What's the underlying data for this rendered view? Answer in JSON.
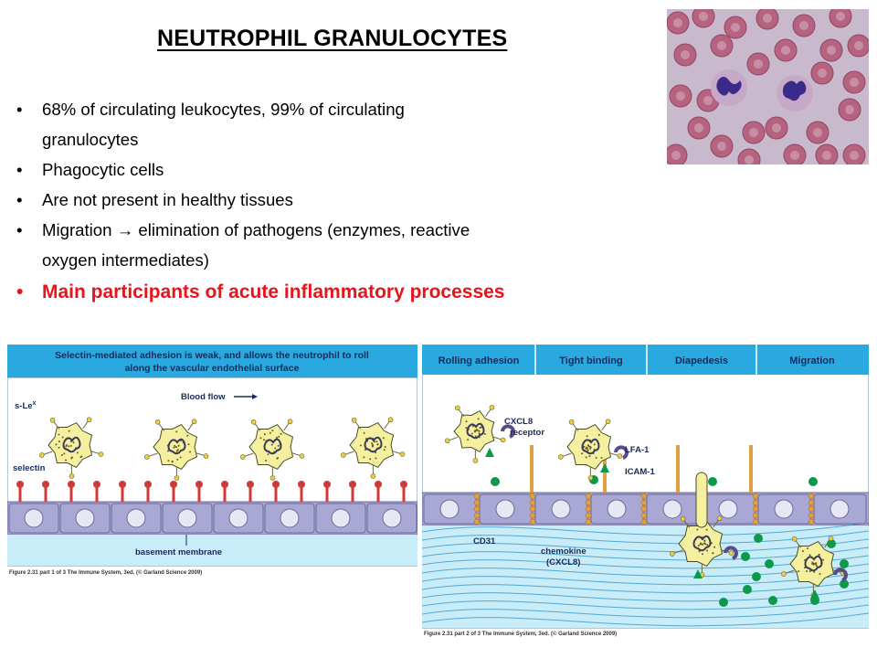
{
  "slide": {
    "title": "NEUTROPHIL  GRANULOCYTES",
    "bullet_char": "•",
    "bullets": [
      {
        "line1": "68% of circulating leukocytes, 99% of circulating",
        "line2": "granulocytes"
      },
      {
        "line1": "Phagocytic cells"
      },
      {
        "line1": "Are not present in healthy tissues"
      },
      {
        "line1_pre": "Migration ",
        "arrow": "→",
        "line1_post": " elimination of pathogens (enzymes, reactive",
        "line2": "oxygen intermediates)"
      },
      {
        "line1": "Main participants of acute inflammatory processes"
      }
    ]
  },
  "figure1": {
    "header_line1": "Selectin-mediated adhesion is weak, and allows the neutrophil to roll",
    "header_line2": "along the vascular endothelial surface",
    "label_slex": "s-Le",
    "label_slex_sup": "x",
    "label_flow": "Blood flow",
    "label_selectin": "selectin",
    "label_basement": "basement membrane",
    "caption": "Figure 2.31 part 1 of 3 The Immune System, 3ed. (© Garland Science 2009)"
  },
  "figure2": {
    "stages": [
      "Rolling adhesion",
      "Tight binding",
      "Diapedesis",
      "Migration"
    ],
    "label_cxcl8_receptor_1": "CXCL8",
    "label_cxcl8_receptor_2": "receptor",
    "label_lfa1": "LFA-1",
    "label_icam1": "ICAM-1",
    "label_cd31": "CD31",
    "label_chemokine_1": "chemokine",
    "label_chemokine_2": "(CXCL8)",
    "caption": "Figure 2.31 part 2 of 3 The Immune System, 3ed. (© Garland Science 2009)"
  },
  "colors": {
    "accent_red": "#e8141c",
    "header_blue": "#2aa9e0",
    "header_text": "#1a2a5a",
    "vessel_blue": "#c8ecf8",
    "endothelium": "#a9a8d4",
    "nucleus_fill": "#e8e8f4",
    "neutrophil_fill": "#f4f0a0",
    "chemokine_green": "#0a9a4a",
    "selectin_red": "#d23a3a",
    "cd31_orange": "#e0a040",
    "receptor_purple": "#5a4a8a"
  }
}
